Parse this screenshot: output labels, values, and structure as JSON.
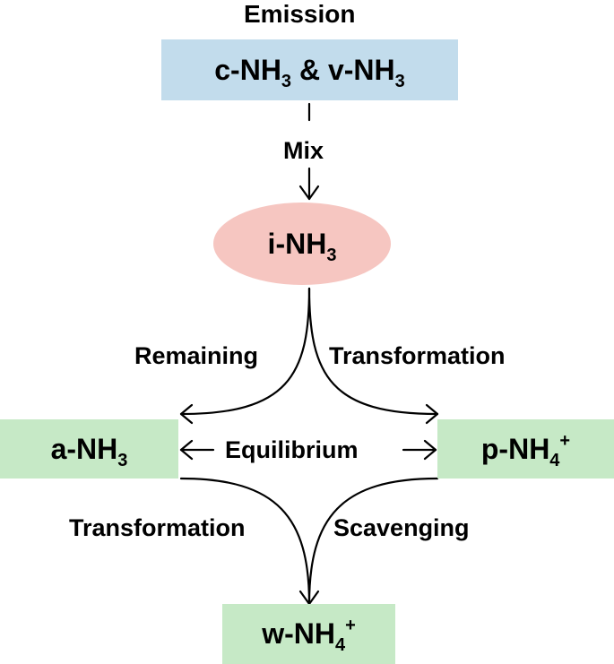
{
  "colors": {
    "source_fill": "#c2dcec",
    "ambient_fill": "#f6c6c1",
    "phase_fill": "#c6e9c6",
    "line": "#000000"
  },
  "title": "Emission",
  "nodes": {
    "source": {
      "parts": [
        "c-NH",
        "3",
        " & v-NH",
        "3"
      ]
    },
    "ambient": {
      "parts": [
        "i-NH",
        "3"
      ]
    },
    "gas": {
      "parts": [
        "a-NH",
        "3"
      ]
    },
    "particle": {
      "parts": [
        "p-NH",
        "4",
        "+"
      ]
    },
    "wet": {
      "parts": [
        "w-NH",
        "4",
        "+"
      ]
    }
  },
  "edges": {
    "mix": "Mix",
    "remaining": "Remaining",
    "transformation_top": "Transformation",
    "equilibrium": "Equilibrium",
    "transformation_bottom": "Transformation",
    "scavenging": "Scavenging"
  }
}
